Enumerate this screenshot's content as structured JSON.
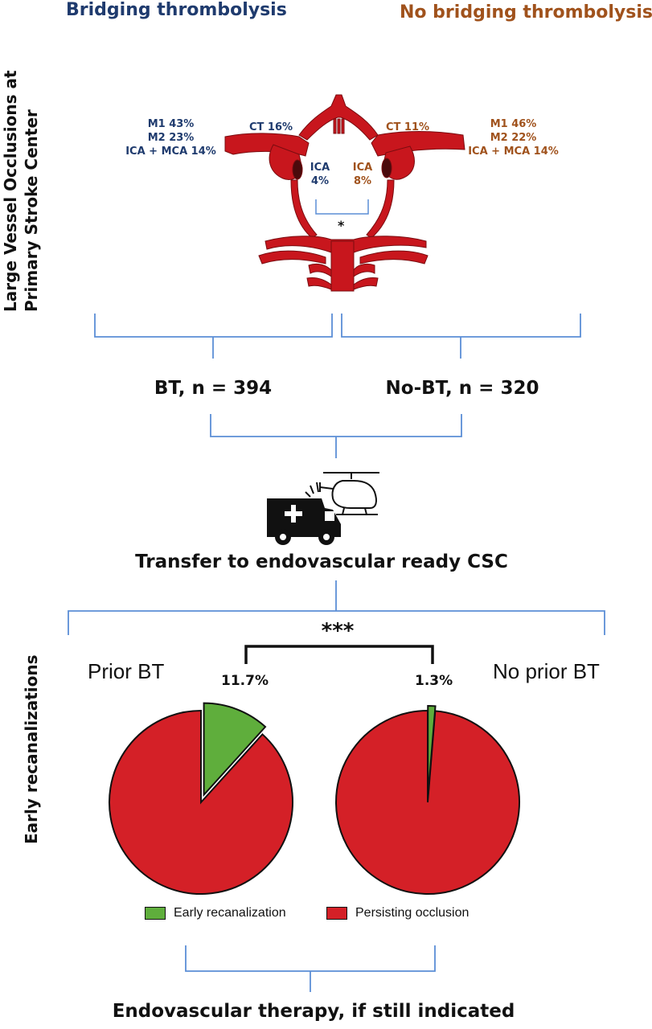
{
  "header": {
    "left_title": "Bridging thrombolysis",
    "right_title": "No bridging thrombolysis"
  },
  "side_labels": {
    "top_line1": "Large Vessel Occlusions at",
    "top_line2": "Primary Stroke Center",
    "bottom": "Early recanalizations"
  },
  "anatomy": {
    "left": {
      "m1": "M1 43%",
      "m2": "M2 23%",
      "ica_mca": "ICA + MCA 14%",
      "ct": "CT 16%",
      "ica_label": "ICA",
      "ica_value": "4%"
    },
    "right": {
      "m1": "M1 46%",
      "m2": "M2 22%",
      "ica_mca": "ICA + MCA 14%",
      "ct": "CT 11%",
      "ica_label": "ICA",
      "ica_value": "8%"
    },
    "significance": "*"
  },
  "groups": {
    "bt": "BT, n = 394",
    "no_bt": "No-BT, n = 320"
  },
  "transfer": {
    "label": "Transfer to endovascular ready CSC",
    "icons": [
      "ambulance-icon",
      "helicopter-icon"
    ]
  },
  "recanalization": {
    "significance": "***",
    "left_label": "Prior BT",
    "right_label": "No prior BT",
    "left_pct": "11.7%",
    "right_pct": "1.3%",
    "legend": {
      "early": "Early recanalization",
      "persisting": "Persisting occlusion"
    }
  },
  "chart_data": {
    "type": "pie",
    "charts": [
      {
        "label": "Prior BT",
        "slices": [
          {
            "name": "Early recanalization",
            "value": 11.7
          },
          {
            "name": "Persisting occlusion",
            "value": 88.3
          }
        ]
      },
      {
        "label": "No prior BT",
        "slices": [
          {
            "name": "Early recanalization",
            "value": 1.3
          },
          {
            "name": "Persisting occlusion",
            "value": 98.7
          }
        ]
      }
    ]
  },
  "colors": {
    "blue_text": "#1f3b6e",
    "brown_text": "#a0521c",
    "bracket": "#5b8ed6",
    "vessel": "#c8161d",
    "recanalized": "#5fae3c",
    "occluded": "#d42027"
  },
  "footer": {
    "label": "Endovascular therapy, if still indicated"
  }
}
